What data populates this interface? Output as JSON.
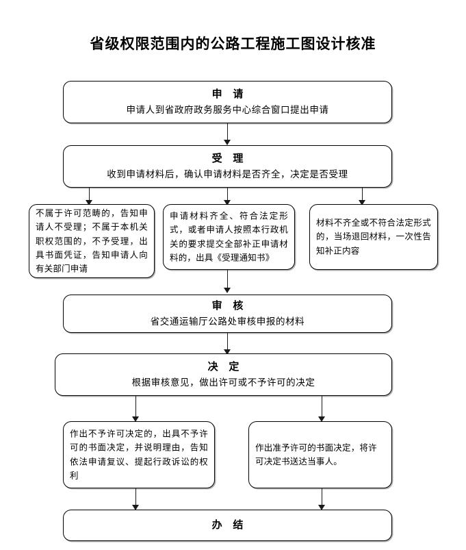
{
  "document": {
    "title": "省级权限范围内的公路工程施工图设计核准",
    "type": "flowchart",
    "background_color": "#ffffff",
    "line_color": "#000000",
    "text_color": "#000000"
  },
  "nodes": {
    "apply": {
      "heading": "申  请",
      "body": "申请人到省政府政务服务中心综合窗口提出申请"
    },
    "accept": {
      "heading": "受  理",
      "body": "收到申请材料后，确认申请材料是否齐全，决定是否受理"
    },
    "branch_left": {
      "body": "不属于许可范畴的，告知申请人不受理；不属于本机关职权范围的，不予受理，出具书面凭证，告知申请人向有关部门申请"
    },
    "branch_middle": {
      "body": "申请材料齐全、符合法定形式，或者申请人按照本行政机关的要求提交全部补正申请材料的，出具《受理通知书》"
    },
    "branch_right": {
      "body": "材料不齐全或不符合法定形式的，当场退回材料，一次性告知补正内容"
    },
    "review": {
      "heading": "审  核",
      "body": "省交通运输厅公路处审核申报的材料"
    },
    "decision": {
      "heading": "决  定",
      "body": "根据审核意见，做出许可或不予许可的决定"
    },
    "outcome_reject": {
      "body": "作出不予许可决定的，出具不予许可的书面决定，并说明理由，告知依法申请复议、提起行政诉讼的权利"
    },
    "outcome_approve": {
      "body": "作出准予许可的书面决定，将许可决定书送达当事人。"
    },
    "complete": {
      "heading": "办  结"
    }
  },
  "connectors": [
    {
      "from": "apply",
      "to": "accept"
    },
    {
      "from": "accept",
      "to": "branch_left"
    },
    {
      "from": "accept",
      "to": "branch_middle"
    },
    {
      "from": "accept",
      "to": "branch_right"
    },
    {
      "from": "branch_middle",
      "to": "review"
    },
    {
      "from": "review",
      "to": "decision"
    },
    {
      "from": "decision",
      "to": "outcome_reject"
    },
    {
      "from": "decision",
      "to": "outcome_approve"
    },
    {
      "from": "outcome_reject",
      "to": "complete"
    },
    {
      "from": "outcome_approve",
      "to": "complete"
    }
  ]
}
